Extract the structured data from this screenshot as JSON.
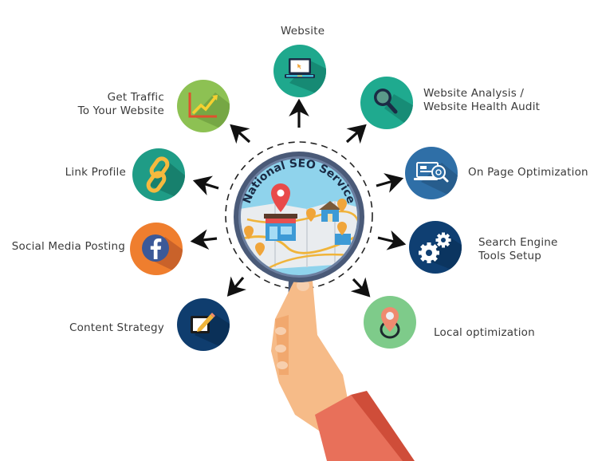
{
  "title": "National SEO Service",
  "colors": {
    "arrow": "#111111",
    "text": "#3a3a3a",
    "lens_ring": "#4a5a78",
    "lens_sky": "#8fd3ec",
    "handle": "#4a5a78",
    "skin": "#f6bb88",
    "sleeve": "#e8705a",
    "sleeve_shade": "#cf4d39"
  },
  "services": [
    {
      "id": "website",
      "label": "Website",
      "icon": "laptop-icon",
      "bg": "#1fa88d"
    },
    {
      "id": "website-analysis",
      "label": "Website Analysis /\nWebsite Health Audit",
      "icon": "magnifier-icon",
      "bg": "#1faa8f"
    },
    {
      "id": "on-page",
      "label": "On Page Optimization",
      "icon": "page-settings-icon",
      "bg": "#2f6fa7"
    },
    {
      "id": "search-engine-tools",
      "label": "Search Engine\nTools Setup",
      "icon": "gears-icon",
      "bg": "#0f3f72"
    },
    {
      "id": "local",
      "label": "Local optimization",
      "icon": "location-pin-icon",
      "bg": "#7ecb8a"
    },
    {
      "id": "content",
      "label": "Content Strategy",
      "icon": "edit-note-icon",
      "bg": "#0f3d6e"
    },
    {
      "id": "social",
      "label": "Social Media Posting",
      "icon": "facebook-icon",
      "bg": "#ef7e2e"
    },
    {
      "id": "link",
      "label": "Link Profile",
      "icon": "chain-link-icon",
      "bg": "#1f9c86"
    },
    {
      "id": "traffic",
      "label": "Get Traffic\nTo Your Website",
      "icon": "growth-chart-icon",
      "bg": "#8dc153"
    }
  ]
}
